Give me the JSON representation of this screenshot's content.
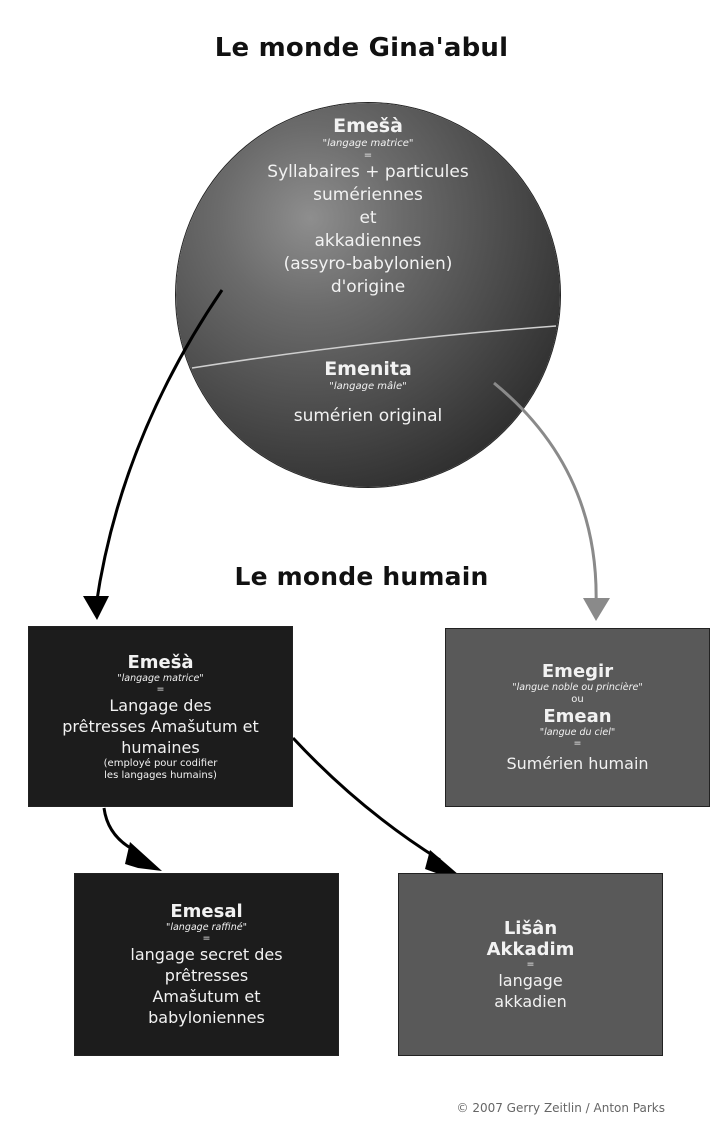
{
  "titles": {
    "top": "Le monde Gina'abul",
    "middle": "Le monde humain"
  },
  "sphere": {
    "upper": {
      "name": "Emešà",
      "subtitle": "\"langage matrice\"",
      "equals": "=",
      "lines": [
        "Syllabaires + particules",
        "sumériennes",
        "et",
        "akkadiennes",
        "(assyro-babylonien)",
        "d'origine"
      ]
    },
    "lower": {
      "name": "Emenita",
      "subtitle": "\"langage mâle\"",
      "line": "sumérien original"
    }
  },
  "boxes": {
    "emesa": {
      "name": "Emešà",
      "subtitle": "\"langage matrice\"",
      "equals": "=",
      "lines": [
        "Langage des",
        "prêtresses Amašutum et",
        "humaines"
      ],
      "note": [
        "(employé pour codifier",
        "les langages humains)"
      ]
    },
    "emegir": {
      "name": "Emegir",
      "subtitle": "\"langue noble ou princière\"",
      "or": "ou",
      "name2": "Emean",
      "subtitle2": "\"langue du ciel\"",
      "equals": "=",
      "line": "Sumérien humain"
    },
    "emesal": {
      "name": "Emesal",
      "subtitle": "\"langage raffiné\"",
      "equals": "=",
      "lines": [
        "langage secret des",
        "prêtresses",
        "Amašutum et",
        "babyloniennes"
      ]
    },
    "lisan": {
      "name_lines": [
        "Lišân",
        "Akkadim"
      ],
      "equals": "=",
      "lines": [
        "langage",
        "akkadien"
      ]
    }
  },
  "credit": "© 2007 Gerry Zeitlin / Anton Parks",
  "colors": {
    "dark_box": "#1c1c1c",
    "gray_box": "#595959",
    "black_arrow": "#000000",
    "gray_arrow": "#8a8a8a"
  }
}
